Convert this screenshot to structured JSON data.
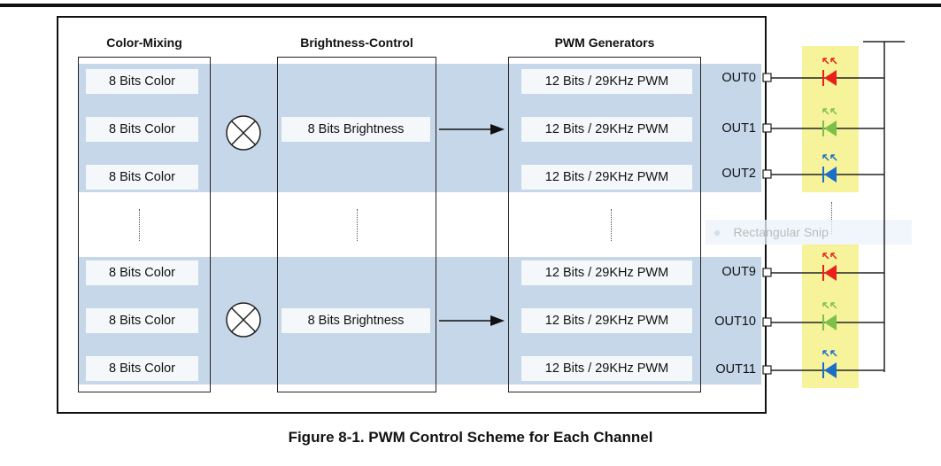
{
  "columns": {
    "color_mixing": "Color-Mixing",
    "brightness_control": "Brightness-Control",
    "pwm_generators": "PWM Generators"
  },
  "color_cell": "8 Bits Color",
  "brightness_cell": "8 Bits Brightness",
  "pwm_cell": "12 Bits / 29KHz PWM",
  "outputs": [
    "OUT0",
    "OUT1",
    "OUT2",
    "OUT9",
    "OUT10",
    "OUT11"
  ],
  "ghost_label": "Rectangular Snip",
  "caption": "Figure 8-1. PWM Control Scheme for Each Channel",
  "colors": {
    "band": "#c5d7e8",
    "led_red": "#e8221b",
    "led_green": "#7cc04a",
    "led_blue": "#1c6fc6",
    "led_highlight": "#f6f39b"
  }
}
